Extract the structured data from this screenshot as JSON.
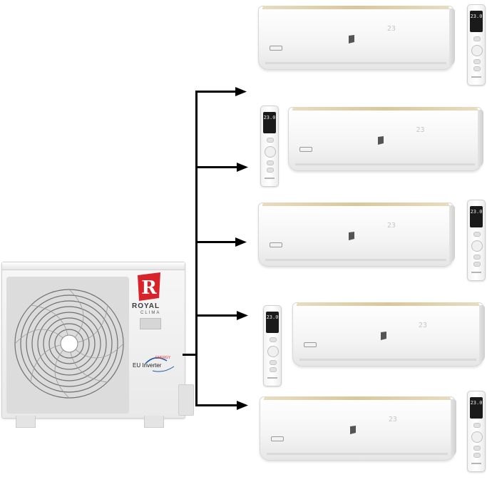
{
  "outdoor_unit": {
    "brand_name": "ROYAL",
    "brand_sub": "CLIMA",
    "brand_mark": "R",
    "eu_label": "EU Inverter",
    "eu_top": "ENERGY",
    "colors": {
      "logo_red": "#d8232a",
      "body": "#f1f1f1"
    }
  },
  "indoor_units": [
    {
      "display": "23"
    },
    {
      "display": "23"
    },
    {
      "display": "23"
    },
    {
      "display": "23"
    },
    {
      "display": "23"
    }
  ],
  "remotes": [
    {
      "display": "23.0"
    },
    {
      "display": "23.0"
    },
    {
      "display": "23.0"
    },
    {
      "display": "23.0"
    },
    {
      "display": "23.0"
    }
  ],
  "piping_color": "#000000"
}
